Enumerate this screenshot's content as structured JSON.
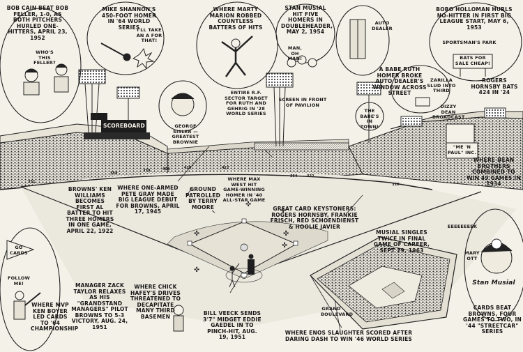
{
  "captions": {
    "cain": "Bob Cain beat Bob Feller, 1-0, as both pitchers hurled one-hitters, April 23, 1952",
    "cain_speech": "Who's this feller?",
    "shannon": "Mike Shannon's 450-foot homer in '64 World Series",
    "shannon_speech": "I'll take an A for that!",
    "marion": "Where Marty Marion robbed countless batters of hits",
    "musial_five": "Stan Musial hit five homers in doubleheader, May 2, 1954",
    "man_oh_man": "Man, oh man!",
    "auto_dealer_sign": "Auto Dealer",
    "holloman": "Bobo Holloman hurls no-hitter in first big league start, May 6, 1953",
    "sportsmans_park_sign": "Sportsman's Park",
    "bats_sign": "Bats for sale cheap!",
    "ruth": "A Babe Ruth homer broke auto dealer's window across street",
    "zarilla": "Zarilla slud into third",
    "dean_broadcast": "Dizzy Dean broadcast",
    "hornsby": "Rogers Hornsby bats 424 in '24",
    "babes_in_town": "The Babe's in town!",
    "sisler": "George Sisler — greatest Brownie",
    "rf_target": "Entire R.F. sector target for Ruth and Gehrig in '28 World Series",
    "screen": "Screen in front of pavilion",
    "scoreboard": "Scoreboard",
    "me_n_paul": "\"Me 'n Paul\" Inc.",
    "gray": "Where one-armed Pete Gray made big league debut for Browns, April 17, 1945",
    "moore": "Ground patrolled by Terry Moore",
    "west": "Where Max West hit game-winning homer in '40 All-Star Game",
    "dean_brothers": "Where Dean brothers combined to win 49 games in 1934",
    "williams": "Browns' Ken Williams becomes first AL batter to hit three homers in one game, April 22, 1922",
    "keystoners": "Great card keystoners: Rogers Hornsby, Frankie Frisch, Red Schoendienst & Hoolie Javier",
    "musial_singles": "Musial singles twice in final game of career, Sept 29, 1963",
    "eeeek": "Eeeeeeeek",
    "mary_ott": "Mary Ott",
    "go_cards": "Go Cards",
    "follow_me": "Follow me!",
    "boyer": "Where MVP Ken Boyer led Cards to '64 championship",
    "taylor": "Manager Zack Taylor relaxes as his \"Grandstand Managers\" pilot Browns to 5-3 victory, Aug. 24, 1951",
    "hafey": "Where Chick Hafey's drives threatened to decapitate many third basemen",
    "veeck": "Bill Veeck sends 3'7\" midget Eddie Gaedel in to pinch-hit, Aug. 19, 1951",
    "slaughter": "Where Enos Slaughter scored after daring dash to win '46 World Series",
    "stan_musial": "Stan Musial",
    "streetcar": "Cards beat Browns, four games to two, in '44 \"streetcar\" series",
    "grand_street": "Grand Boulevard"
  },
  "distances": {
    "lf": "351",
    "lcf1": "358",
    "lcf2": "379",
    "cf1": "400",
    "cf2": "426",
    "cf3": "422",
    "rcf1": "354",
    "rcf2": "322",
    "rf": "310"
  },
  "colors": {
    "paper": "#f4f1e8",
    "ink": "#161616",
    "grass": "#d9d6cc",
    "dirt": "#c9c4b6"
  }
}
